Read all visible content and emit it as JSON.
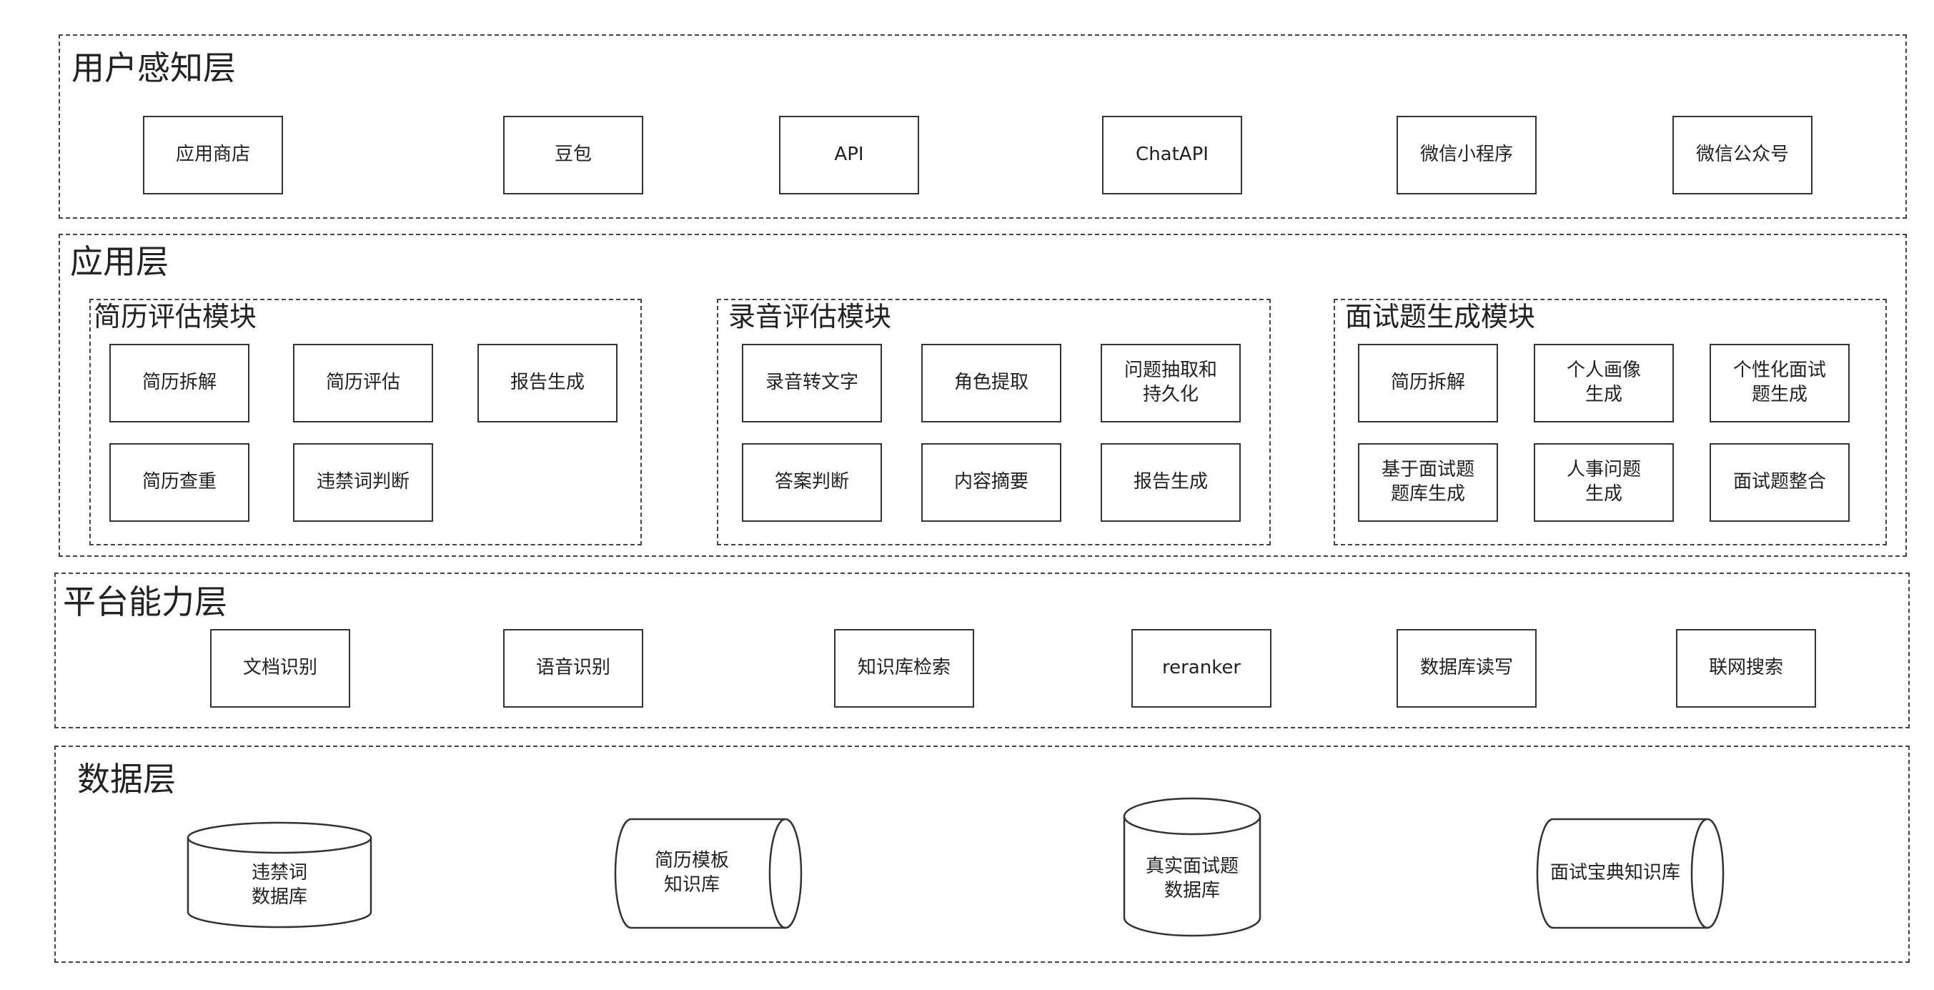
{
  "layers": {
    "perception": {
      "title": "用户感知层",
      "items": [
        "应用商店",
        "豆包",
        "API",
        "ChatAPI",
        "微信小程序",
        "微信公众号"
      ]
    },
    "application": {
      "title": "应用层",
      "modules": [
        {
          "title": "简历评估模块",
          "items": [
            "简历拆解",
            "简历评估",
            "报告生成",
            "简历查重",
            "违禁词判断"
          ]
        },
        {
          "title": "录音评估模块",
          "items": [
            "录音转文字",
            "角色提取",
            "问题抽取和\n持久化",
            "答案判断",
            "内容摘要",
            "报告生成"
          ]
        },
        {
          "title": "面试题生成模块",
          "items": [
            "简历拆解",
            "个人画像\n生成",
            "个性化面试\n题生成",
            "基于面试题\n题库生成",
            "人事问题\n生成",
            "面试题整合"
          ]
        }
      ]
    },
    "platform": {
      "title": "平台能力层",
      "items": [
        "文档识别",
        "语音识别",
        "知识库检索",
        "reranker",
        "数据库读写",
        "联网搜索"
      ]
    },
    "data": {
      "title": "数据层",
      "databases": [
        "违禁词\n数据库",
        "简历模板\n知识库",
        "真实面试题\n数据库",
        "面试宝典知识库"
      ]
    }
  }
}
